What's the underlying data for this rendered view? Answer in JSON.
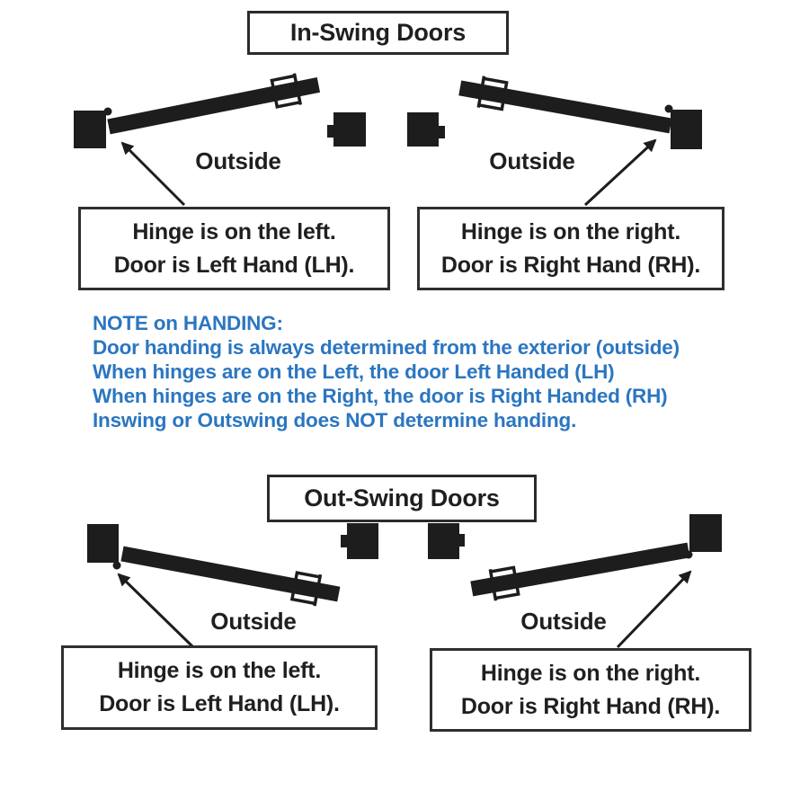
{
  "diagram": {
    "in_swing_title": "In-Swing Doors",
    "out_swing_title": "Out-Swing Doors",
    "outside_label": "Outside",
    "left_hand_box": {
      "line1": "Hinge is on the left.",
      "line2": "Door is Left Hand (LH)."
    },
    "right_hand_box": {
      "line1": "Hinge is on the right.",
      "line2": "Door is Right Hand (RH)."
    },
    "note": {
      "lines": [
        "NOTE on HANDING:",
        "Door handing is always determined from the exterior (outside)",
        "When hinges are on the Left, the door Left Handed (LH)",
        "When hinges are on the Right, the door is Right Handed (RH)",
        "Inswing or Outswing does NOT determine handing."
      ],
      "color": "#2b76c0"
    },
    "ink_color": "#1d1d1d"
  }
}
